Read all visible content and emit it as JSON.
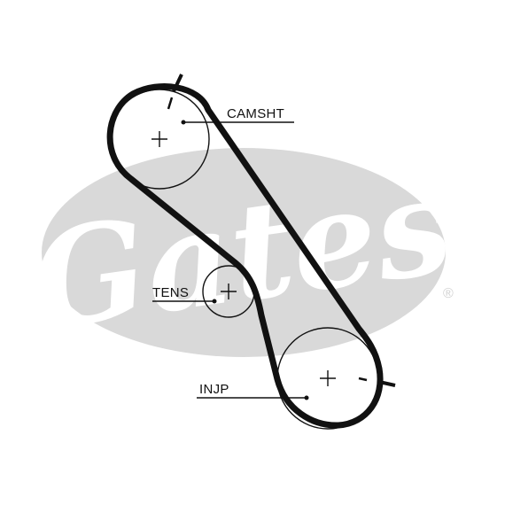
{
  "watermark": {
    "text": "Gates",
    "registered_mark": "®",
    "color": "#d9d9d9"
  },
  "belt_color": "#111111",
  "labels": {
    "camshaft": "CAMSHT",
    "tensioner": "TENS",
    "injection_pump": "INJP"
  }
}
